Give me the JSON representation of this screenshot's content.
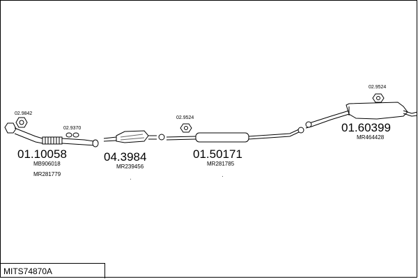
{
  "diagram": {
    "code": "MITS74870A",
    "groups": [
      {
        "part_number": "01.10058",
        "refs": [
          "MB906018",
          "MR281779"
        ]
      },
      {
        "part_number": "04.3984",
        "refs": [
          "MR239456"
        ]
      },
      {
        "part_number": "01.50171",
        "refs": [
          "MR281785"
        ]
      },
      {
        "part_number": "01.60399",
        "refs": [
          "MR464428"
        ]
      }
    ],
    "accessories": [
      "02.9842",
      "02.9370",
      "02.9524",
      "02.9524"
    ]
  }
}
